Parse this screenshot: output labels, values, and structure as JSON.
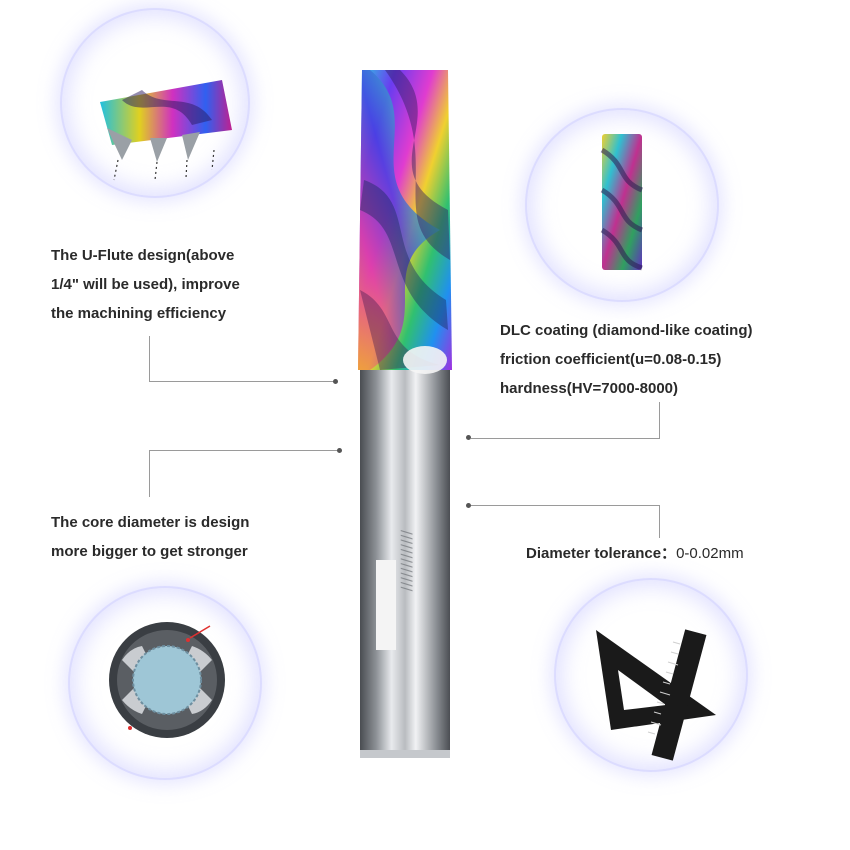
{
  "captions": {
    "u_flute": [
      "The U-Flute design(above",
      "1/4\"  will be used),  improve",
      "the machining efficiency"
    ],
    "dlc": [
      "DLC coating (diamond-like coating)",
      "friction coefficient(u=0.08-0.15)",
      "hardness(HV=7000-8000)"
    ],
    "core": [
      "The core diameter is design",
      "more bigger to get stronger"
    ],
    "tolerance": {
      "label": "Diameter tolerance：",
      "value": "0-0.02mm"
    }
  },
  "icons": {
    "main": "end-mill-tool-icon",
    "flute": "u-flute-closeup-icon",
    "coating": "dlc-coated-cutter-icon",
    "core": "core-cross-section-icon",
    "tolerance": "triangle-ruler-icon"
  },
  "colors": {
    "text": "#2a2a2a",
    "lines": "#9a9a9a",
    "bubble_glow": "#b4b4ff",
    "shank_dark": "#4a4d52",
    "shank_light": "#e8eaed"
  }
}
